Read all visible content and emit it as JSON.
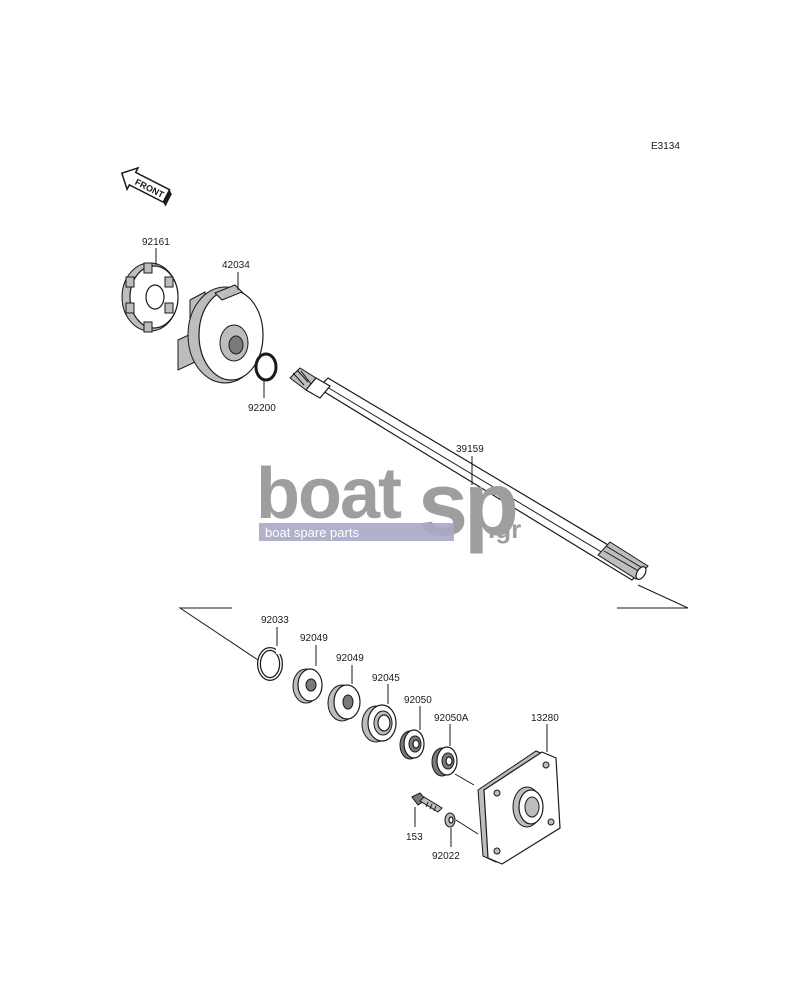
{
  "diagram_code": "E3134",
  "direction_label": "FRONT",
  "watermark": {
    "brand_a": "boat",
    "brand_b": "sp",
    "tld": ".gr",
    "tagline": "boat spare parts"
  },
  "parts": [
    {
      "code": "92161"
    },
    {
      "code": "42034"
    },
    {
      "code": "92200"
    },
    {
      "code": "39159"
    },
    {
      "code": "92033"
    },
    {
      "code": "92049"
    },
    {
      "code": "92049"
    },
    {
      "code": "92045"
    },
    {
      "code": "92050"
    },
    {
      "code": "92050A"
    },
    {
      "code": "13280"
    },
    {
      "code": "153"
    },
    {
      "code": "92022"
    }
  ]
}
